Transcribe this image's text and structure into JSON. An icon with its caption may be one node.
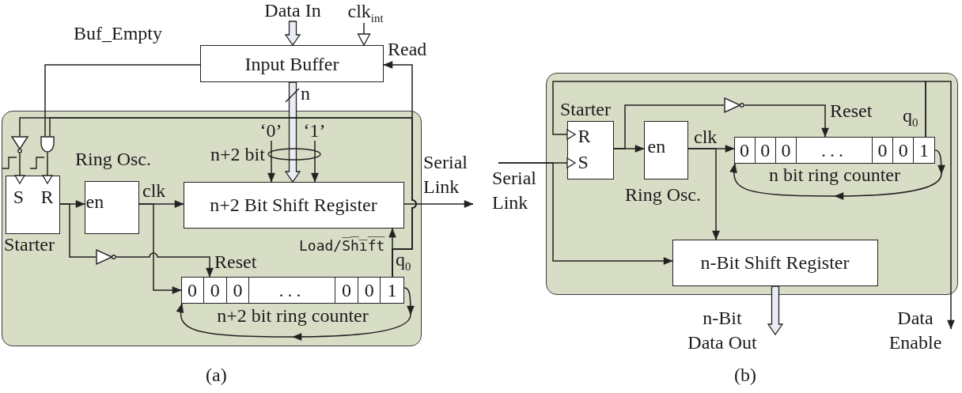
{
  "diagram": {
    "nodes": [
      {
        "text": [
          "Data In"
        ]
      },
      {
        "text": [
          "clk$_{int}$"
        ]
      },
      {
        "text": [
          "Input Buffer"
        ]
      },
      {
        "text": [],
        "shape": "box"
      },
      {
        "text": [],
        "shape": "triangle",
        "in": 3
      },
      {
        "text": [],
        "shape": "gate",
        "in": 3
      },
      {
        "text": [
          "‘0’"
        ],
        "in": 3
      },
      {
        "text": [
          "‘1’"
        ],
        "in": 3
      },
      {
        "text": [
          "S",
          "R"
        ],
        "beside": [
          "Starter"
        ],
        "in": 3
      },
      {
        "text": [
          "en"
        ],
        "beside": [
          "Ring Osc."
        ],
        "in": 3
      },
      {
        "text": [
          "n+2 Bit Shift Register"
        ],
        "in": 3
      },
      {
        "text": [],
        "shape": "triangle",
        "in": 3
      },
      {
        "text": [
          "0",
          "0",
          "0",
          "...",
          "0",
          "0",
          "1"
        ],
        "beside": [
          "n+2 bit ring counter"
        ],
        "in": 3
      },
      {
        "text": [],
        "shape": "box"
      },
      {
        "text": [
          "R",
          "S"
        ],
        "beside": [
          "Starter"
        ],
        "in": 13
      },
      {
        "text": [
          "en"
        ],
        "beside": [
          "Ring Osc."
        ],
        "in": 13
      },
      {
        "text": [],
        "shape": "triangle",
        "in": 13
      },
      {
        "text": [
          "0",
          "0",
          "0",
          "...",
          "0",
          "0",
          "1"
        ],
        "beside": [
          "n bit ring counter"
        ],
        "in": 13
      },
      {
        "text": [
          "n-Bit Shift Register"
        ],
        "in": 13
      }
    ],
    "edges": [
      {
        "from": 0,
        "to": 2,
        "arrow": "to",
        "style": "thick"
      },
      {
        "from": 1,
        "to": 2,
        "arrow": "to"
      },
      {
        "from": 2,
        "to": 5,
        "arrow": "none",
        "label": "Buf_Empty"
      },
      {
        "from": 2,
        "to": 10,
        "arrow": "to",
        "style": "thick",
        "label": "n"
      },
      {
        "from": 12,
        "to": 2,
        "arrow": "to",
        "label": "Read"
      },
      {
        "from": 12,
        "to": 4,
        "arrow": "none"
      },
      {
        "from": 12,
        "to": 5,
        "arrow": "none"
      },
      {
        "from": 4,
        "to": 8,
        "arrow": "to"
      },
      {
        "from": 5,
        "to": 8,
        "arrow": "to"
      },
      {
        "from": 6,
        "to": 10,
        "arrow": "to"
      },
      {
        "from": 7,
        "to": 10,
        "arrow": "to"
      },
      {
        "from": 8,
        "to": 9,
        "arrow": "to"
      },
      {
        "from": 8,
        "to": 11,
        "arrow": "none"
      },
      {
        "from": 11,
        "to": 12,
        "arrow": "to",
        "label": "Reset"
      },
      {
        "from": 9,
        "to": 10,
        "arrow": "to",
        "label": "clk"
      },
      {
        "from": 9,
        "to": 12,
        "arrow": "to"
      },
      {
        "from": 12,
        "to": 10,
        "arrow": "to",
        "label": "Load/S̅h̅i̅f̅t̅"
      },
      {
        "from": 12,
        "to": 12,
        "arrow": "to"
      },
      {
        "from": 10,
        "to": null,
        "arrow": "to",
        "label": "Serial Link"
      },
      {
        "from": null,
        "to": 14,
        "arrow": "to",
        "label": "Serial Link"
      },
      {
        "from": null,
        "to": 18,
        "arrow": "to"
      },
      {
        "from": 17,
        "to": 14,
        "arrow": "to"
      },
      {
        "from": 17,
        "to": null,
        "arrow": "to",
        "label": "Data Enable"
      },
      {
        "from": 14,
        "to": 15,
        "arrow": "to"
      },
      {
        "from": 14,
        "to": 16,
        "arrow": "none"
      },
      {
        "from": 16,
        "to": 17,
        "arrow": "to",
        "label": "Reset"
      },
      {
        "from": 15,
        "to": 17,
        "arrow": "to",
        "label": "clk"
      },
      {
        "from": 15,
        "to": 18,
        "arrow": "to"
      },
      {
        "from": 17,
        "to": 17,
        "arrow": "to"
      },
      {
        "from": 18,
        "to": null,
        "arrow": "to",
        "style": "thick",
        "label": "n-Bit Data Out"
      }
    ],
    "labels": [
      "n+2 bit",
      "q$_{0}$",
      "q$_{0}$",
      "(a)",
      "(b)"
    ]
  }
}
